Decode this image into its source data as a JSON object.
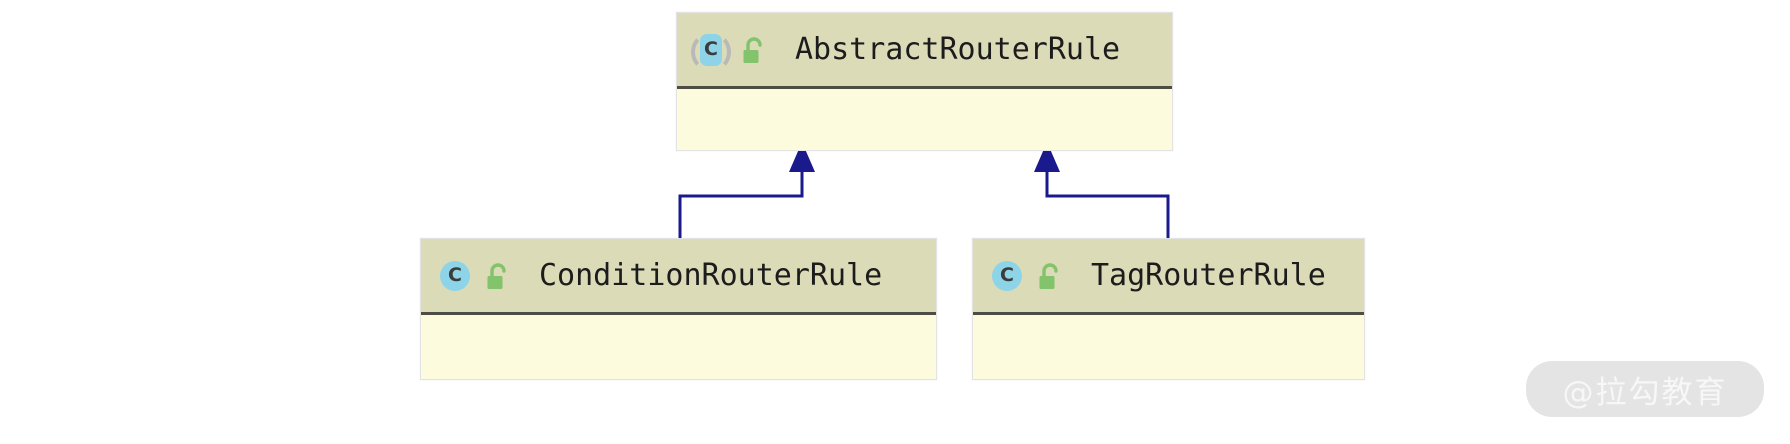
{
  "diagram": {
    "type": "uml-class-diagram",
    "relationship": "generalization",
    "colors": {
      "header_fill": "#dcdbb8",
      "body_fill": "#fcfbdd",
      "border": "#e3e3e3",
      "divider": "#4d4d44",
      "connector": "#1a1a8c",
      "class_badge": "#8ed4e8",
      "abstract_arc": "#b9b9b9",
      "lock": "#82c36c",
      "title_text": "#1c1c1c"
    },
    "classes": [
      {
        "id": "abstract-router-rule",
        "name": "AbstractRouterRule",
        "kind": "abstract-class",
        "kind_icon": "abstract-class-icon",
        "visibility": "public",
        "visibility_icon": "unlock-icon",
        "members": []
      },
      {
        "id": "condition-router-rule",
        "name": "ConditionRouterRule",
        "kind": "class",
        "kind_icon": "class-icon",
        "visibility": "public",
        "visibility_icon": "unlock-icon",
        "members": []
      },
      {
        "id": "tag-router-rule",
        "name": "TagRouterRule",
        "kind": "class",
        "kind_icon": "class-icon",
        "visibility": "public",
        "visibility_icon": "unlock-icon",
        "members": []
      }
    ],
    "edges": [
      {
        "from": "condition-router-rule",
        "to": "abstract-router-rule",
        "type": "extends"
      },
      {
        "from": "tag-router-rule",
        "to": "abstract-router-rule",
        "type": "extends"
      }
    ]
  },
  "watermark": {
    "text": "@拉勾教育"
  }
}
